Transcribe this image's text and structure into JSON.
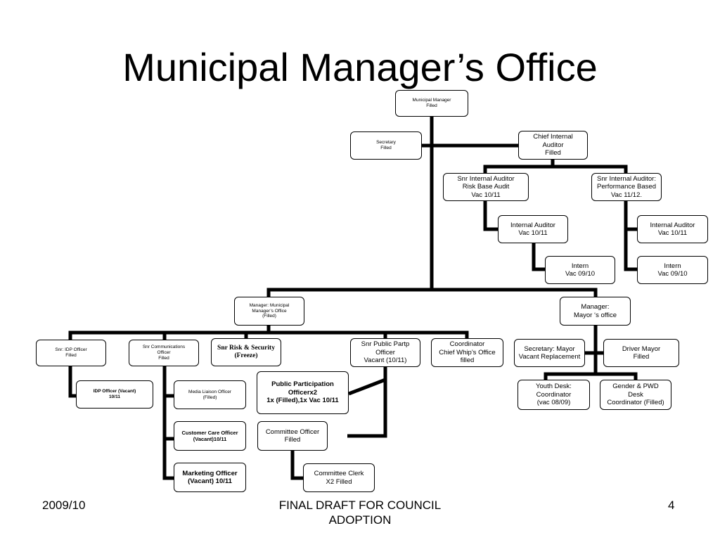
{
  "title": "Municipal Manager’s Office",
  "footer": {
    "left": "2009/10",
    "center_line1": "FINAL DRAFT FOR COUNCIL",
    "center_line2": "ADOPTION",
    "right": "4"
  },
  "nodes": {
    "municipal_manager": [
      "Municipal Manager",
      "Filled"
    ],
    "secretary": [
      "Secretary",
      "Filled"
    ],
    "chief_internal_auditor": [
      "Chief Internal",
      "Auditor",
      "Filled"
    ],
    "snr_internal_auditor_risk": [
      "Snr Internal Auditor",
      "Risk  Base Audit",
      "Vac 10/11"
    ],
    "snr_internal_auditor_performance": [
      "Snr Internal Auditor:",
      "Performance Based",
      "Vac 11/12."
    ],
    "internal_auditor_1": [
      "Internal Auditor",
      "Vac 10/11"
    ],
    "internal_auditor_2": [
      "Internal Auditor",
      "Vac 10/11"
    ],
    "intern_1": [
      "Intern",
      "Vac 09/10"
    ],
    "intern_2": [
      "Intern",
      "Vac 09/10"
    ],
    "manager_mm_office": [
      "Manager: Municipal",
      "Manager’s Office",
      "(Filled)"
    ],
    "manager_mayor_office": [
      "Manager:",
      "Mayor ‘s office"
    ],
    "snr_idp_officer": [
      "Snr: IDP Officer",
      "Filled"
    ],
    "snr_communications_officer": [
      "Snr Communications",
      "Officer",
      "Filled"
    ],
    "snr_risk_security": [
      "Snr Risk & Security",
      "(Freeze)"
    ],
    "snr_public_partp_officer": [
      "Snr Public Partp",
      "Officer",
      "Vacant (10/11)"
    ],
    "coordinator_chief_whip": [
      "Coordinator",
      "Chief Whip’s Office",
      "filled"
    ],
    "idp_officer": [
      "IDP Officer (Vacant)",
      "10/11"
    ],
    "media_liaison_officer": [
      "Media Liaison Officer",
      "(Filled)"
    ],
    "customer_care_officer": [
      "Customer Care Officer",
      "(Vacant)10/11"
    ],
    "marketing_officer": [
      "Marketing Officer",
      "(Vacant) 10/11"
    ],
    "public_participation_officer": [
      "Public Participation",
      "Officerx2",
      "1x (Filled),1x  Vac 10/11"
    ],
    "committee_officer": [
      "Committee Officer",
      "Filled"
    ],
    "committee_clerk": [
      "Committee Clerk",
      "X2 Filled"
    ],
    "secretary_mayor": [
      "Secretary: Mayor",
      "Vacant Replacement"
    ],
    "driver_mayor": [
      "Driver Mayor",
      "Filled"
    ],
    "youth_desk": [
      "Youth Desk:",
      "Coordinator",
      "(vac 08/09)"
    ],
    "gender_pwd_desk": [
      "Gender & PWD",
      "Desk",
      "Coordinator (Filled)"
    ]
  }
}
